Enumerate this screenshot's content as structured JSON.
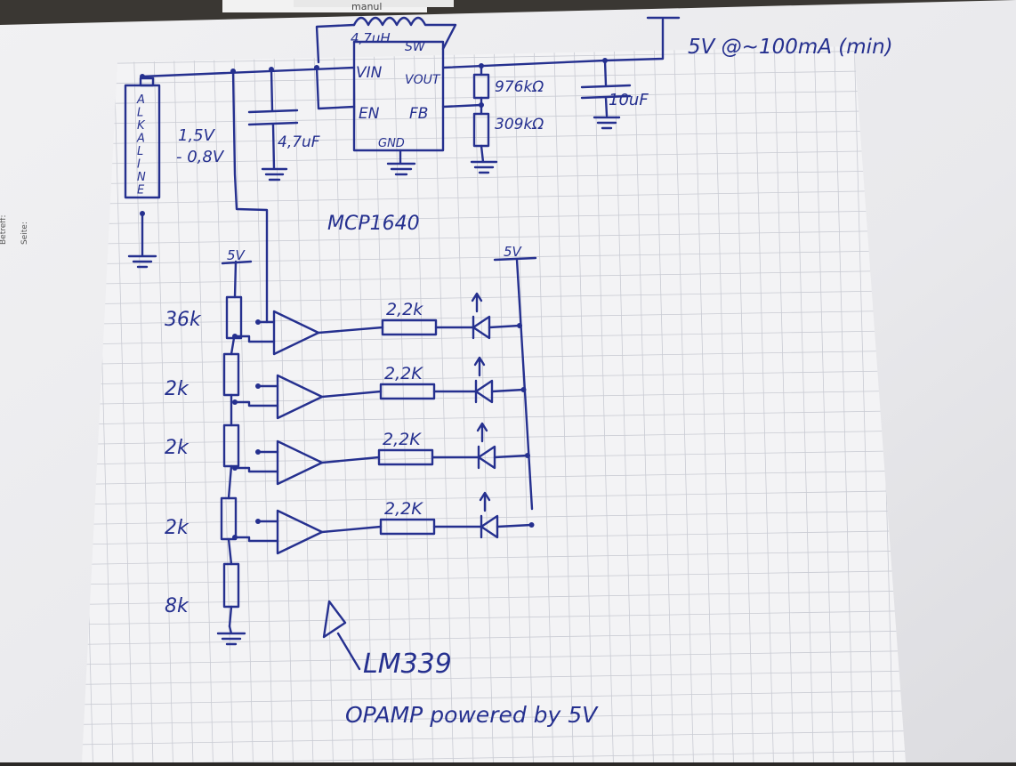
{
  "photo": {
    "margin_labels": [
      "Betreff:",
      "Seite:"
    ],
    "header_fragment": "manul"
  },
  "diagram": {
    "supply": {
      "output_label": "5V @~100mA (min)",
      "boost_ic": "MCP1640",
      "inductor": "4,7uH",
      "pins": {
        "sw": "SW",
        "vin": "VIN",
        "vout": "VOUT",
        "en": "EN",
        "fb": "FB",
        "gnd": "GND"
      },
      "input_cap": "4,7uF",
      "output_cap": "10uF",
      "fb_upper": "976kΩ",
      "fb_lower": "309kΩ"
    },
    "battery": {
      "letters": [
        "A",
        "L",
        "K",
        "A",
        "L",
        "I",
        "N",
        "E"
      ],
      "voltage_top": "1,5V",
      "voltage_bottom": "- 0,8V"
    },
    "divider": {
      "supply": "5V",
      "resistors": [
        "36k",
        "2k",
        "2k",
        "2k",
        "8k"
      ]
    },
    "indicator": {
      "supply": "5V",
      "led_resistors": [
        "2,2k",
        "2,2K",
        "2,2K",
        "2,2K"
      ],
      "comparator": "LM339",
      "note": "OPAMP powered by 5V"
    }
  }
}
